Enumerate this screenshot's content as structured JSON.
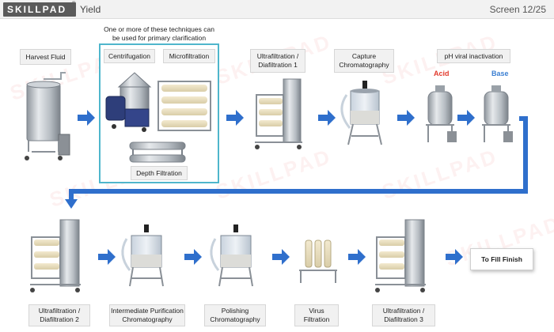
{
  "header": {
    "logo": "SKILLPAD",
    "logo_mark": "®",
    "title": "Yield",
    "screen": "Screen 12/25"
  },
  "clarification_note": "One or more of these techniques can be used for primary clarification",
  "watermark": "SKILLPAD",
  "steps": {
    "harvest": "Harvest Fluid",
    "centrifugation": "Centrifugation",
    "microfiltration": "Microfiltration",
    "depth": "Depth Filtration",
    "uf1": "Ultrafiltration / Diafiltration 1",
    "capture": "Capture Chromatography",
    "ph": "pH viral inactivation",
    "acid": "Acid",
    "base": "Base",
    "uf2": "Ultrafiltration / Diafiltration 2",
    "intermediate": "Intermediate Purification Chromatography",
    "polishing": "Polishing Chromatography",
    "virus": "Virus Filtration",
    "uf3": "Ultrafiltration / Diafiltration 3",
    "fill": "To Fill Finish"
  },
  "colors": {
    "arrow": "#2f6fcc",
    "box_border": "#4fb6cc",
    "acid": "#e23b2e",
    "base": "#3b7fd2"
  }
}
